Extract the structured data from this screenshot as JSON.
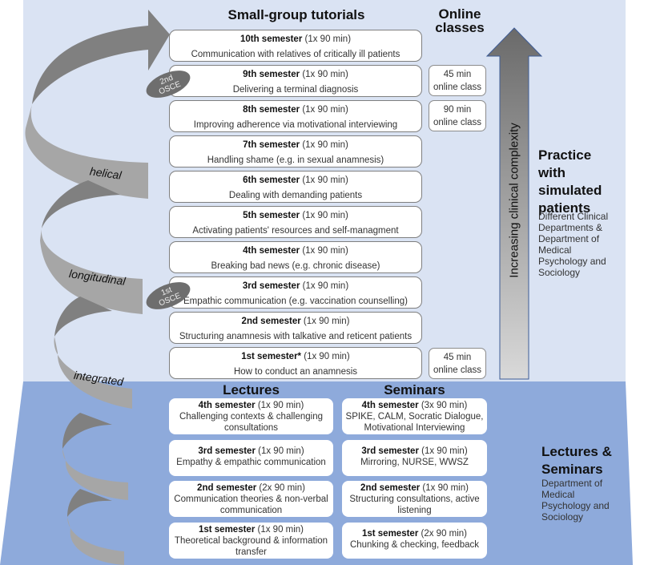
{
  "headers": {
    "tutorials": "Small-group tutorials",
    "online": "Online classes",
    "lectures": "Lectures",
    "seminars": "Seminars"
  },
  "tutorials": [
    {
      "semester": "10th semester",
      "duration": "(1x 90 min)",
      "topic": "Communication with relatives of critically ill patients"
    },
    {
      "semester": "9th semester",
      "duration": "(1x 90 min)",
      "topic": "Delivering a terminal diagnosis"
    },
    {
      "semester": "8th semester",
      "duration": "(1x 90 min)",
      "topic": "Improving adherence via motivational interviewing"
    },
    {
      "semester": "7th semester",
      "duration": "(1x 90 min)",
      "topic": "Handling shame (e.g. in sexual anamnesis)"
    },
    {
      "semester": "6th semester",
      "duration": "(1x 90 min)",
      "topic": "Dealing with demanding patients"
    },
    {
      "semester": "5th semester",
      "duration": "(1x 90 min)",
      "topic": "Activating patients' resources and self-managment"
    },
    {
      "semester": "4th semester",
      "duration": "(1x 90 min)",
      "topic": "Breaking bad news (e.g. chronic disease)"
    },
    {
      "semester": "3rd semester",
      "duration": "(1x 90 min)",
      "topic": "Empathic communication (e.g. vaccination counselling)"
    },
    {
      "semester": "2nd semester",
      "duration": "(1x 90 min)",
      "topic": "Structuring anamnesis with talkative and reticent patients"
    },
    {
      "semester": "1st semester*",
      "duration": "(1x 90 min)",
      "topic": "How to conduct an anamnesis"
    }
  ],
  "online_classes": [
    {
      "line1": "45 min",
      "line2": "online class"
    },
    {
      "line1": "90 min",
      "line2": "online class"
    },
    {
      "line1": "45 min",
      "line2": "online class"
    }
  ],
  "osce": [
    {
      "line1": "2nd",
      "line2": "OSCE"
    },
    {
      "line1": "1st",
      "line2": "OSCE"
    }
  ],
  "lectures": [
    {
      "semester": "4th semester",
      "duration": "(1x 90 min)",
      "topic": "Challenging contexts & challenging consultations"
    },
    {
      "semester": "3rd semester",
      "duration": "(1x 90 min)",
      "topic": "Empathy & empathic communication"
    },
    {
      "semester": "2nd semester",
      "duration": "(2x 90 min)",
      "topic": "Communication theories & non-verbal communication"
    },
    {
      "semester": "1st semester",
      "duration": "(1x 90 min)",
      "topic": "Theoretical background & information transfer"
    }
  ],
  "seminars": [
    {
      "semester": "4th semester",
      "duration": "(3x 90 min)",
      "topic": "SPIKE, CALM, Socratic Dialogue, Motivational Interviewing"
    },
    {
      "semester": "3rd semester",
      "duration": "(1x 90 min)",
      "topic": "Mirroring, NURSE, WWSZ"
    },
    {
      "semester": "2nd semester",
      "duration": "(1x 90 min)",
      "topic": "Structuring consultations, active listening"
    },
    {
      "semester": "1st semester",
      "duration": "(2x 90 min)",
      "topic": "Chunking & checking, feedback"
    }
  ],
  "complexity_arrow": {
    "label": "Increasing clinical complexity"
  },
  "practice": {
    "title_lines": [
      "Practice",
      "with",
      "simulated",
      "patients"
    ],
    "subtitle": "Different Clinical Departments & Department of Medical Psychology and Sociology"
  },
  "lectures_seminars": {
    "title_lines": [
      "Lectures &",
      "Seminars"
    ],
    "subtitle": "Department of Medical Psychology and Sociology"
  },
  "helix_labels": {
    "helical": "helical",
    "longitudinal": "longitudinal",
    "integrated": "integrated"
  },
  "colors": {
    "upper_bg": "#dae3f3",
    "lower_bg": "#8eaadb",
    "helix_light": "#a6a6a6",
    "helix_dark": "#808080",
    "osce": "#6e6e6e"
  }
}
